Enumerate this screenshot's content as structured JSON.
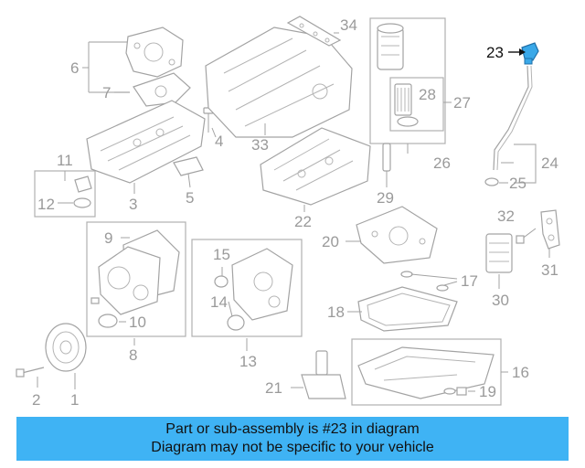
{
  "callouts": [
    {
      "id": "1",
      "label": "1"
    },
    {
      "id": "2",
      "label": "2"
    },
    {
      "id": "3",
      "label": "3"
    },
    {
      "id": "4",
      "label": "4"
    },
    {
      "id": "5",
      "label": "5"
    },
    {
      "id": "6",
      "label": "6"
    },
    {
      "id": "7",
      "label": "7"
    },
    {
      "id": "8",
      "label": "8"
    },
    {
      "id": "9",
      "label": "9"
    },
    {
      "id": "10",
      "label": "10"
    },
    {
      "id": "11",
      "label": "11"
    },
    {
      "id": "12",
      "label": "12"
    },
    {
      "id": "13",
      "label": "13"
    },
    {
      "id": "14",
      "label": "14"
    },
    {
      "id": "15",
      "label": "15"
    },
    {
      "id": "16",
      "label": "16"
    },
    {
      "id": "17",
      "label": "17"
    },
    {
      "id": "18",
      "label": "18"
    },
    {
      "id": "19",
      "label": "19"
    },
    {
      "id": "20",
      "label": "20"
    },
    {
      "id": "21",
      "label": "21"
    },
    {
      "id": "22",
      "label": "22"
    },
    {
      "id": "23",
      "label": "23"
    },
    {
      "id": "24",
      "label": "24"
    },
    {
      "id": "25",
      "label": "25"
    },
    {
      "id": "26",
      "label": "26"
    },
    {
      "id": "27",
      "label": "27"
    },
    {
      "id": "28",
      "label": "28"
    },
    {
      "id": "29",
      "label": "29"
    },
    {
      "id": "30",
      "label": "30"
    },
    {
      "id": "31",
      "label": "31"
    },
    {
      "id": "32",
      "label": "32"
    },
    {
      "id": "33",
      "label": "33"
    },
    {
      "id": "34",
      "label": "34"
    }
  ],
  "highlight": {
    "callout": "23",
    "color": "#3aa8e8"
  },
  "banner": {
    "line1": "Part or sub-assembly is #23 in diagram",
    "line2": "Diagram may not be specific to your vehicle",
    "background": "#3fb3f4"
  }
}
